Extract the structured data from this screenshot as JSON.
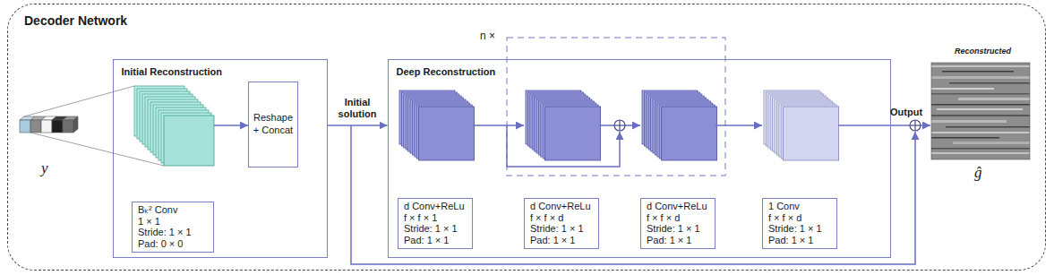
{
  "diagram": {
    "nodes": [
      {
        "text": [
          "Decoder Network"
        ]
      },
      {
        "text": [
          "Initial Reconstruction"
        ],
        "in": 0
      },
      {
        "text": [
          "Bₖ² Conv",
          "1 × 1",
          "Stride: 1 × 1",
          "Pad: 0 × 0"
        ],
        "in": 1
      },
      {
        "text": [
          "Reshape + Concat"
        ],
        "in": 1
      },
      {
        "text": [
          "Deep Reconstruction"
        ],
        "in": 0
      },
      {
        "text": [
          "d Conv+ReLu",
          "f × f × 1",
          "Stride: 1 × 1",
          "Pad: 1 × 1"
        ],
        "in": 4
      },
      {
        "text": [
          "d Conv+ReLu",
          "f × f × d",
          "Stride: 1 × 1",
          "Pad: 1 × 1"
        ],
        "in": 4
      },
      {
        "text": [
          "d Conv+ReLu",
          "f × f × d",
          "Stride: 1 × 1",
          "Pad: 1 × 1"
        ],
        "in": 4
      },
      {
        "text": [
          "1 Conv",
          "f × f × d",
          "Stride: 1 × 1",
          "Pad: 1 × 1"
        ],
        "in": 4
      }
    ],
    "edges": [
      {
        "from": 2,
        "to": 3,
        "arrow": "to"
      },
      {
        "from": 1,
        "to": 4,
        "label": "Initial solution",
        "arrow": "to"
      },
      {
        "from": 5,
        "to": 6,
        "arrow": "to"
      },
      {
        "from": 6,
        "to": 7,
        "arrow": "to"
      },
      {
        "from": 7,
        "to": 8,
        "arrow": "to"
      }
    ],
    "labels": [
      "y",
      "n ×",
      "Output",
      "Reconstructed",
      "ĝ"
    ]
  }
}
